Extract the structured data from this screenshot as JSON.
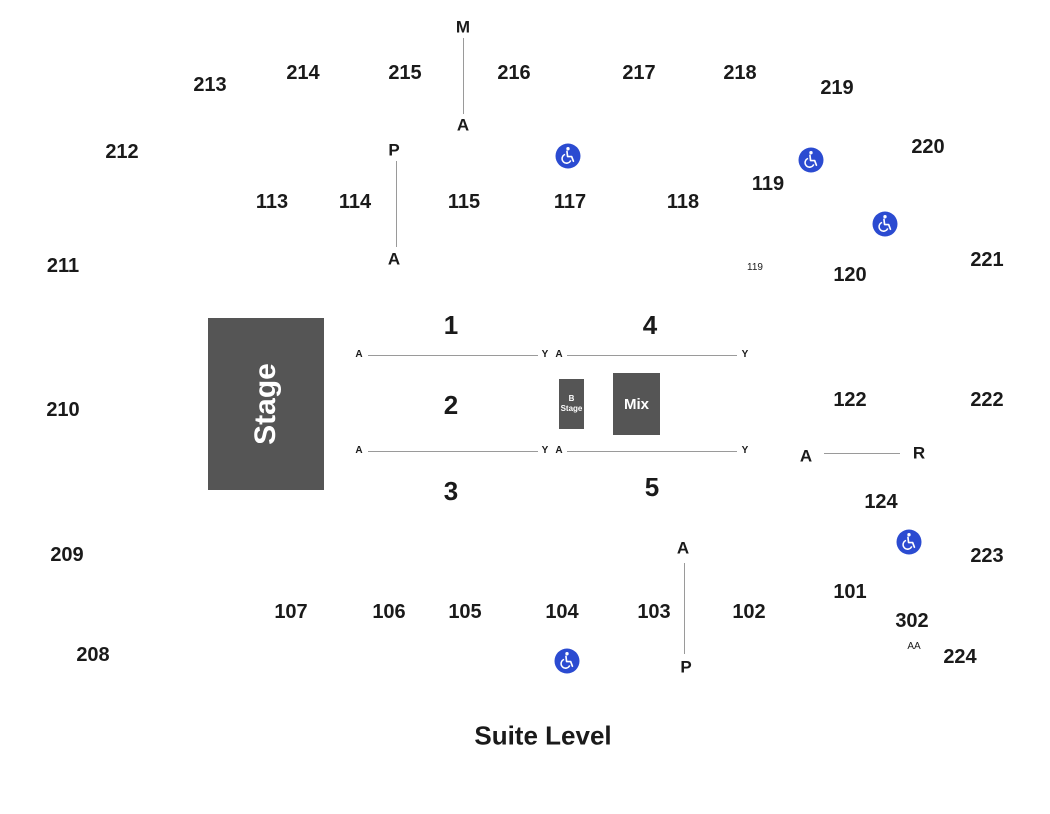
{
  "stage": {
    "label": "Stage"
  },
  "b_stage": {
    "line1": "B",
    "line2": "Stage"
  },
  "mix": {
    "label": "Mix"
  },
  "suite_level": "Suite Level",
  "floor": {
    "f1": "1",
    "f2": "2",
    "f3": "3",
    "f4": "4",
    "f5": "5"
  },
  "upper": {
    "s208": "208",
    "s209": "209",
    "s210": "210",
    "s211": "211",
    "s212": "212",
    "s213": "213",
    "s214": "214",
    "s215": "215",
    "s216": "216",
    "s217": "217",
    "s218": "218",
    "s219": "219",
    "s220": "220",
    "s221": "221",
    "s222": "222",
    "s223": "223",
    "s224": "224"
  },
  "lower": {
    "s101": "101",
    "s102": "102",
    "s103": "103",
    "s104": "104",
    "s105": "105",
    "s106": "106",
    "s107": "107",
    "s113": "113",
    "s114": "114",
    "s115": "115",
    "s117": "117",
    "s118": "118",
    "s119": "119",
    "s119_small": "119",
    "s120": "120",
    "s122": "122",
    "s124": "124",
    "s302": "302",
    "aa": "AA"
  },
  "rows": {
    "m": "M",
    "a_top": "A",
    "p_top": "P",
    "a_114": "A",
    "a_103": "A",
    "p_103": "P",
    "a_122": "A",
    "r_122": "R",
    "floor_start": "A",
    "floor_end": "Y"
  },
  "icons": {
    "accessible": "wheelchair-icon",
    "accessible_color": "#2b4bd1"
  }
}
